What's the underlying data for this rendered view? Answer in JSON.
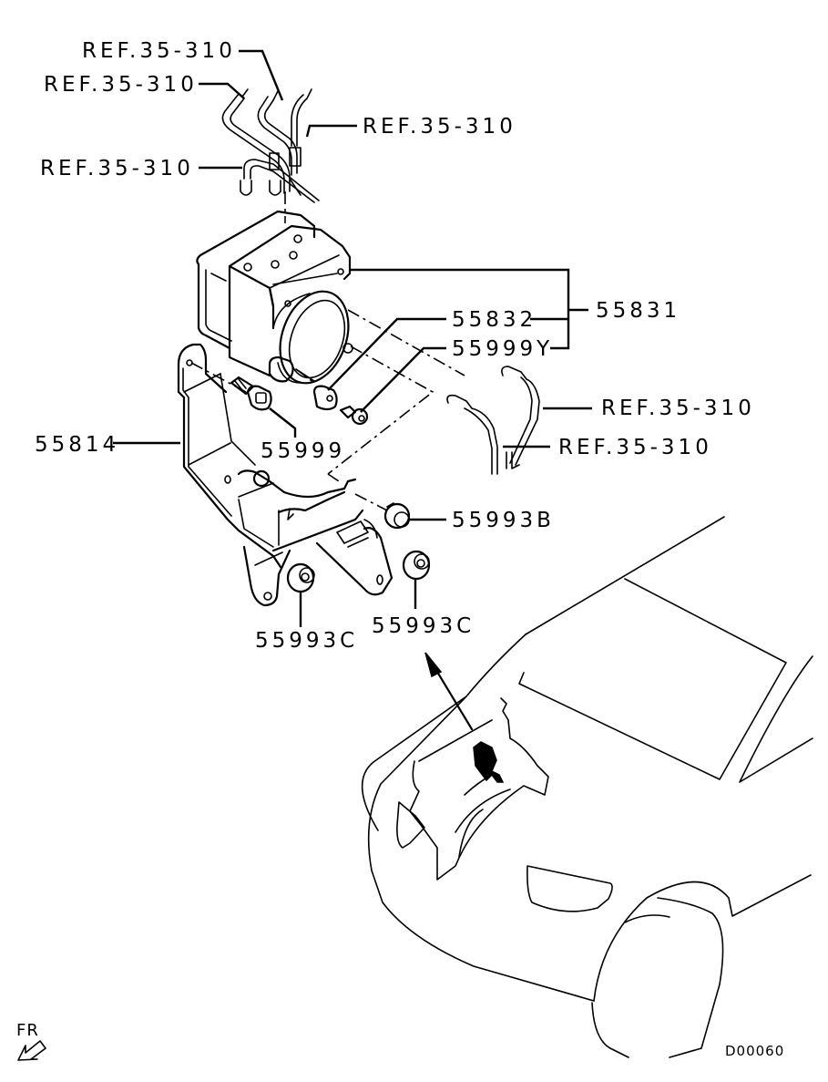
{
  "diagram": {
    "title": "ABS Hydraulic Unit & Bracket",
    "diagram_id": "D00060",
    "orientation_marker": {
      "label": "FR",
      "icon": "front-arrow-icon"
    },
    "callouts": [
      {
        "id": "ref-1",
        "label": "REF.35-310",
        "kind": "reference"
      },
      {
        "id": "ref-2",
        "label": "REF.35-310",
        "kind": "reference"
      },
      {
        "id": "ref-3",
        "label": "REF.35-310",
        "kind": "reference"
      },
      {
        "id": "ref-4",
        "label": "REF.35-310",
        "kind": "reference"
      },
      {
        "id": "ref-5",
        "label": "REF.35-310",
        "kind": "reference"
      },
      {
        "id": "ref-6",
        "label": "REF.35-310",
        "kind": "reference"
      },
      {
        "id": "p-55831",
        "label": "55831",
        "kind": "part"
      },
      {
        "id": "p-55832",
        "label": "55832",
        "kind": "part"
      },
      {
        "id": "p-55999Y",
        "label": "55999Y",
        "kind": "part"
      },
      {
        "id": "p-55814",
        "label": "55814",
        "kind": "part"
      },
      {
        "id": "p-55999",
        "label": "55999",
        "kind": "part"
      },
      {
        "id": "p-55993B",
        "label": "55993B",
        "kind": "part"
      },
      {
        "id": "p-55993C-left",
        "label": "55993C",
        "kind": "part"
      },
      {
        "id": "p-55993C-right",
        "label": "55993C",
        "kind": "part"
      }
    ]
  }
}
